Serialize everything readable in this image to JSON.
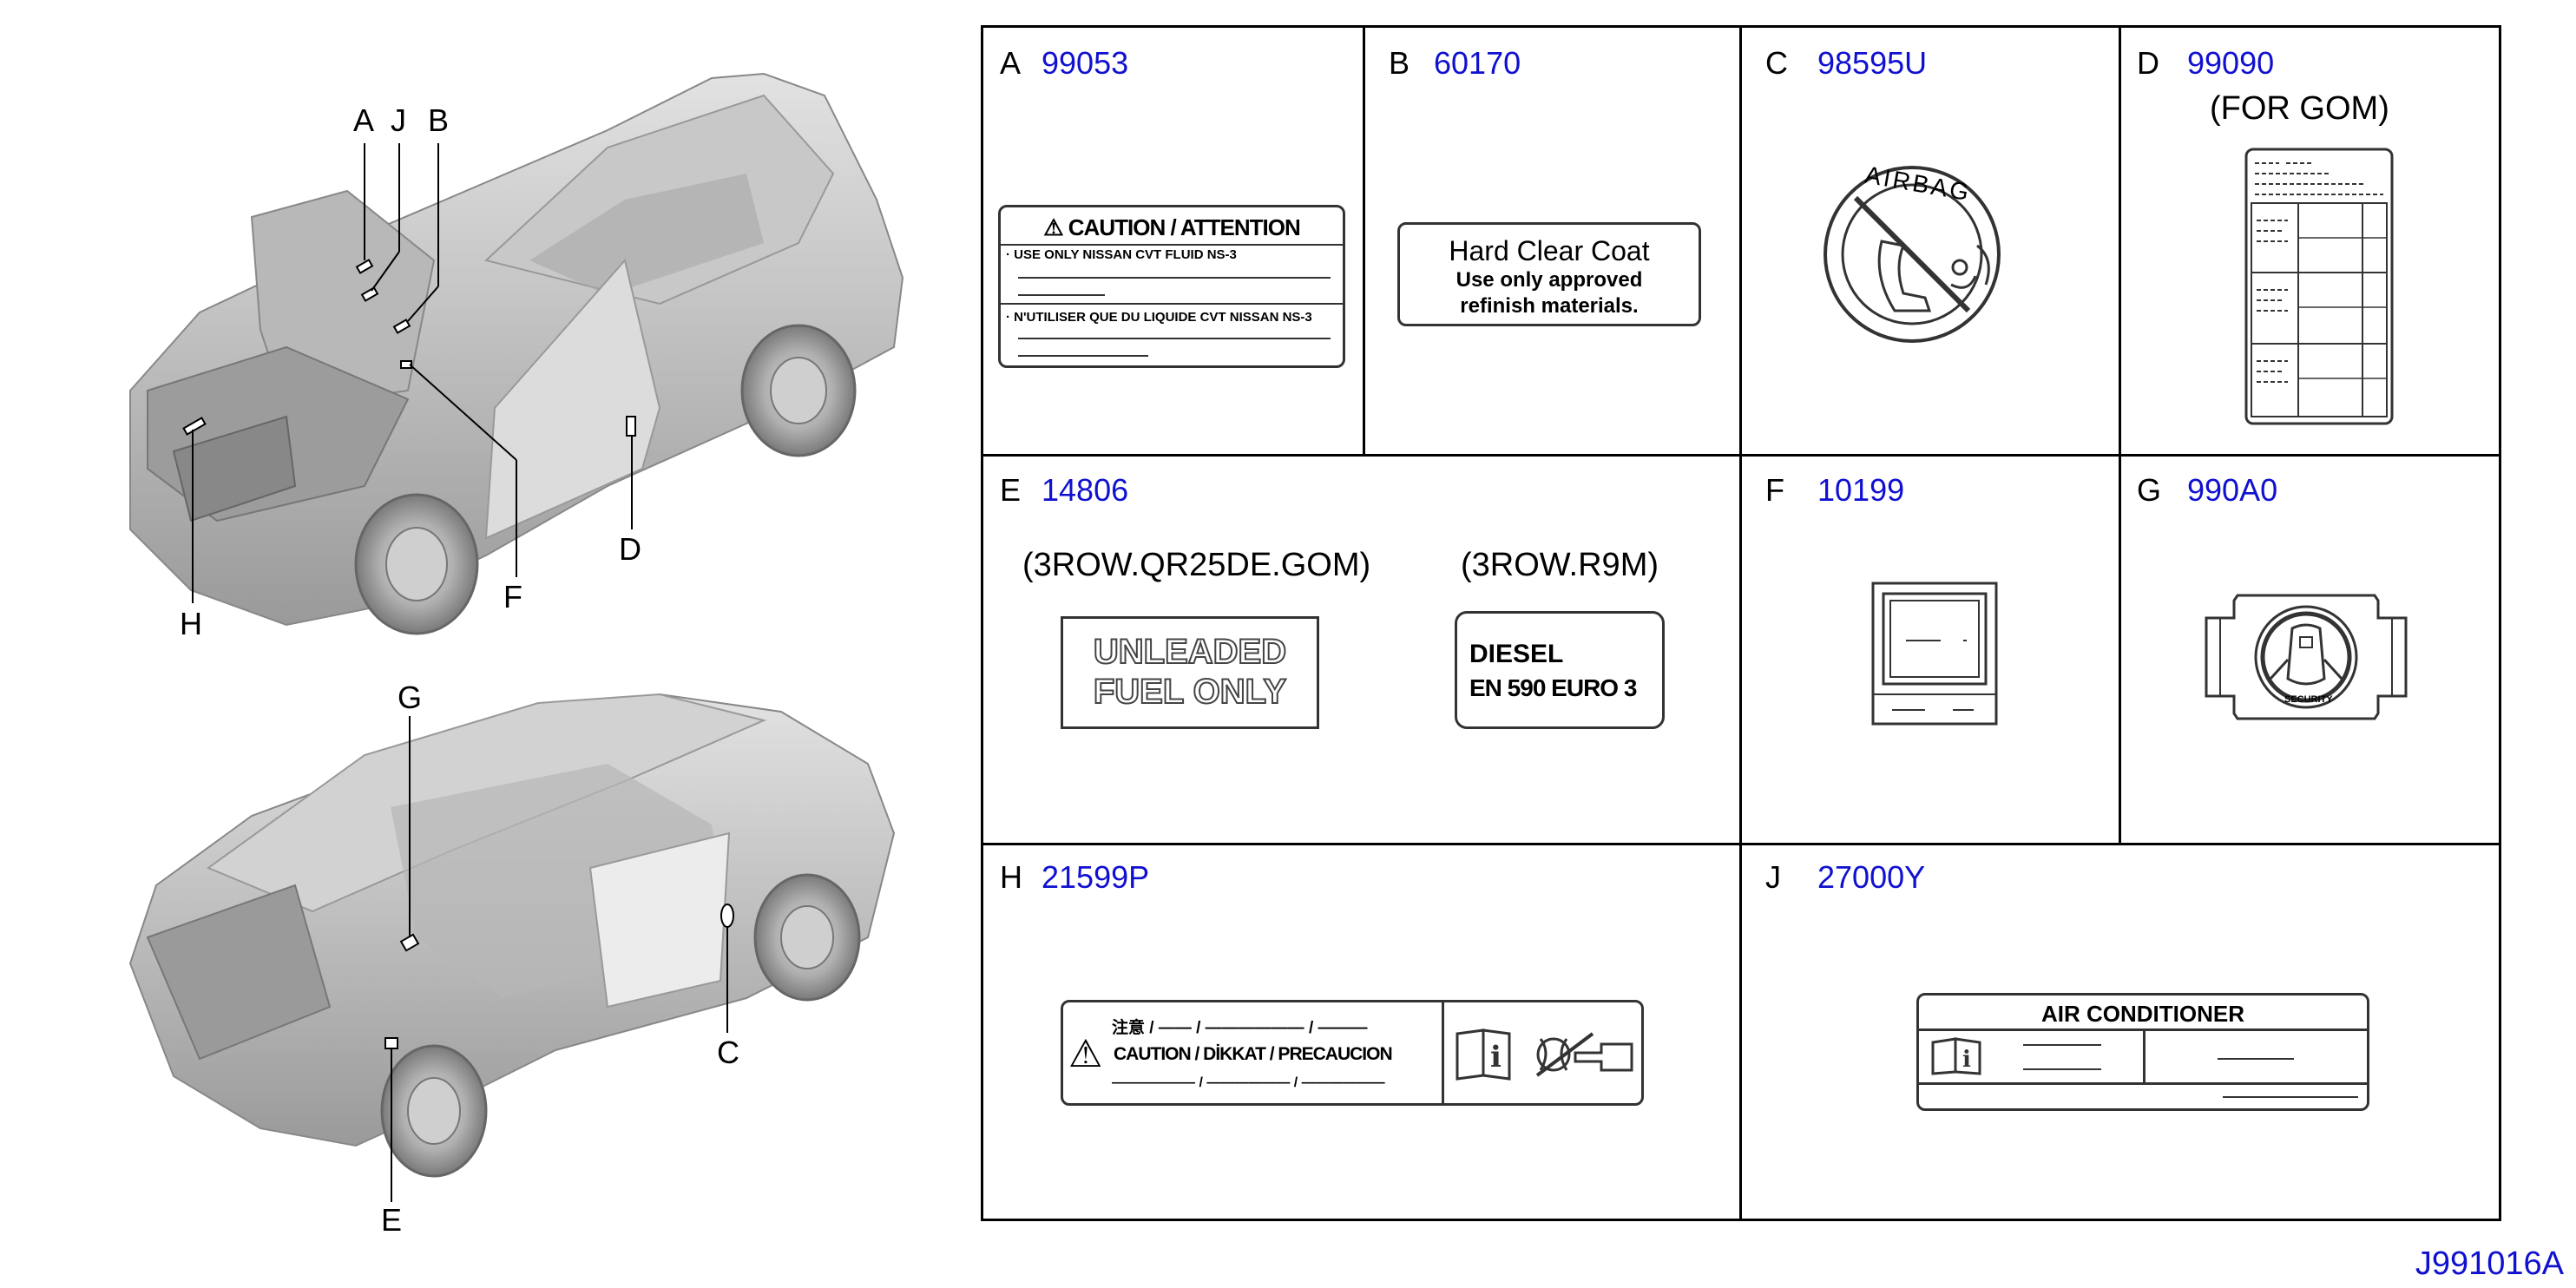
{
  "diagram": {
    "callouts": {
      "A": "A",
      "J": "J",
      "B": "B",
      "H": "H",
      "F": "F",
      "D": "D",
      "G": "G",
      "C": "C",
      "E": "E"
    },
    "cells": {
      "A": {
        "letter": "A",
        "part": "99053"
      },
      "B": {
        "letter": "B",
        "part": "60170"
      },
      "C": {
        "letter": "C",
        "part": "98595U"
      },
      "D": {
        "letter": "D",
        "part": "99090",
        "note": "(FOR GOM)"
      },
      "E": {
        "letter": "E",
        "part": "14806",
        "note1": "(3ROW.QR25DE.GOM)",
        "note2": "(3ROW.R9M)"
      },
      "F": {
        "letter": "F",
        "part": "10199"
      },
      "G": {
        "letter": "G",
        "part": "990A0"
      },
      "H": {
        "letter": "H",
        "part": "21599P"
      },
      "J": {
        "letter": "J",
        "part": "27000Y"
      }
    },
    "labels": {
      "caution_title": "CAUTION / ATTENTION",
      "caution_line1": "· USE ONLY NISSAN CVT FLUID NS-3",
      "caution_line2": "· N'UTILISER QUE DU LIQUIDE CVT NISSAN NS-3",
      "clearcoat_1": "Hard Clear Coat",
      "clearcoat_2": "Use only approved",
      "clearcoat_3": "refinish materials.",
      "airbag": "AIRBAG",
      "unleaded_1": "UNLEADED",
      "unleaded_2": "FUEL ONLY",
      "diesel_1": "DIESEL",
      "diesel_2": "EN 590 EURO 3",
      "security": "SECURITY",
      "h_top": "注意 / —— / —————— / ———",
      "h_mid": "CAUTION / DİKKAT / PRECAUCION",
      "h_bot": "—————— / —————— / ——————",
      "ac_title": "AIR CONDITIONER"
    },
    "footer": "J991016A"
  }
}
